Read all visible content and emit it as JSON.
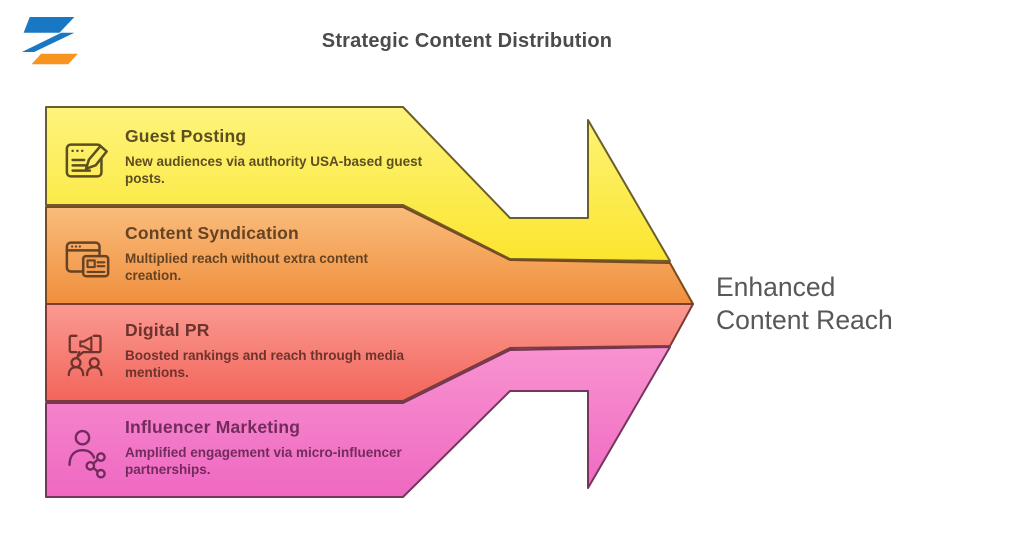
{
  "title": {
    "text": "Strategic Content Distribution",
    "color": "#4B4B4D"
  },
  "result": {
    "text": "Enhanced Content Reach",
    "color": "#58585B"
  },
  "logo": {
    "name": "z-brand-logo",
    "blue": "#1878C4",
    "orange": "#F6941E"
  },
  "steps": [
    {
      "label": "Guest Posting",
      "description": "New audiences via authority USA-based guest posts.",
      "icon": "document-pencil-icon",
      "fill_top": "#FDF47C",
      "fill_bottom": "#FCE52F",
      "stroke": "#6A5F2B",
      "text_color": "#5C4E1F",
      "icon_fill": "#FCEF66"
    },
    {
      "label": "Content Syndication",
      "description": "Multiplied reach without extra content creation.",
      "icon": "browser-syndication-icon",
      "fill_top": "#F9BC7C",
      "fill_bottom": "#F08F3D",
      "stroke": "#7A4A1E",
      "text_color": "#654323",
      "icon_fill": "#F5A055"
    },
    {
      "label": "Digital PR",
      "description": "Boosted rankings and reach through media mentions.",
      "icon": "media-mentions-people-icon",
      "fill_top": "#FA9A92",
      "fill_bottom": "#F3655B",
      "stroke": "#7C3C34",
      "text_color": "#6E332C",
      "icon_fill": "#F98279"
    },
    {
      "label": "Influencer Marketing",
      "description": "Amplified engagement via micro-influencer partnerships.",
      "icon": "influencer-share-icon",
      "fill_top": "#F893CF",
      "fill_bottom": "#EF68C2",
      "stroke": "#75355C",
      "text_color": "#732B5E",
      "icon_fill": "#F47FC9"
    }
  ]
}
